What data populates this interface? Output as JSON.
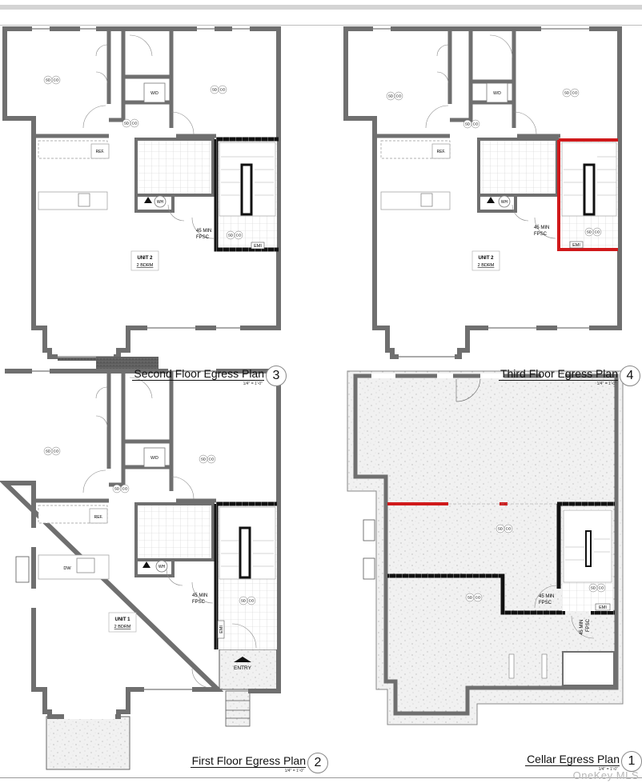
{
  "colors": {
    "wall": "#6f6f6f",
    "wall_outline": "#3a3a3a",
    "rated_wall_red": "#d0191b",
    "rated_wall_black": "#111111",
    "concrete_fill": "#ececec",
    "tile_grid": "#cfcfcf"
  },
  "plans": [
    {
      "id": "second-floor",
      "title": "Second Floor Egress Plan",
      "scale": "1/4\" = 1'-0\"",
      "number": "3",
      "unit_label": "UNIT 2",
      "unit_sub": "2 BDRM",
      "fire_door_label_1": "45 MIN",
      "fire_door_label_2": "FPSC",
      "room_tags": {
        "ref": "REF.",
        "wd": "W/D",
        "wh": "WH",
        "emi": "EMI",
        "sd": "SD",
        "co": "CO"
      }
    },
    {
      "id": "third-floor",
      "title": "Third Floor Egress Plan",
      "scale": "1/4\" = 1'-0\"",
      "number": "4",
      "unit_label": "UNIT 2",
      "unit_sub": "2 BDRM",
      "fire_door_label_1": "45 MIN",
      "fire_door_label_2": "FPSC",
      "room_tags": {
        "ref": "REF.",
        "wd": "W/D",
        "wh": "WH",
        "emi": "EMI",
        "sd": "SD",
        "co": "CO"
      }
    },
    {
      "id": "first-floor",
      "title": "First Floor Egress Plan",
      "scale": "1/4\" = 1'-0\"",
      "number": "2",
      "unit_label": "UNIT 1",
      "unit_sub": "2 BDRM",
      "fire_door_label_1": "45 MIN",
      "fire_door_label_2": "FPSC",
      "entry_label": "ENTRY",
      "room_tags": {
        "ref": "REF.",
        "wd": "W/D",
        "wh": "WH",
        "dw": "DW",
        "emi": "EMI",
        "sd": "SD",
        "co": "CO"
      }
    },
    {
      "id": "cellar",
      "title": "Cellar Egress Plan",
      "scale": "1/4\" = 1'-0\"",
      "number": "1",
      "fire_door_label_1": "45 MIN",
      "fire_door_label_2": "FPSC",
      "room_tags": {
        "emi": "EMI",
        "sd": "SD",
        "co": "CO"
      }
    }
  ],
  "watermark": "OneKey MLS"
}
